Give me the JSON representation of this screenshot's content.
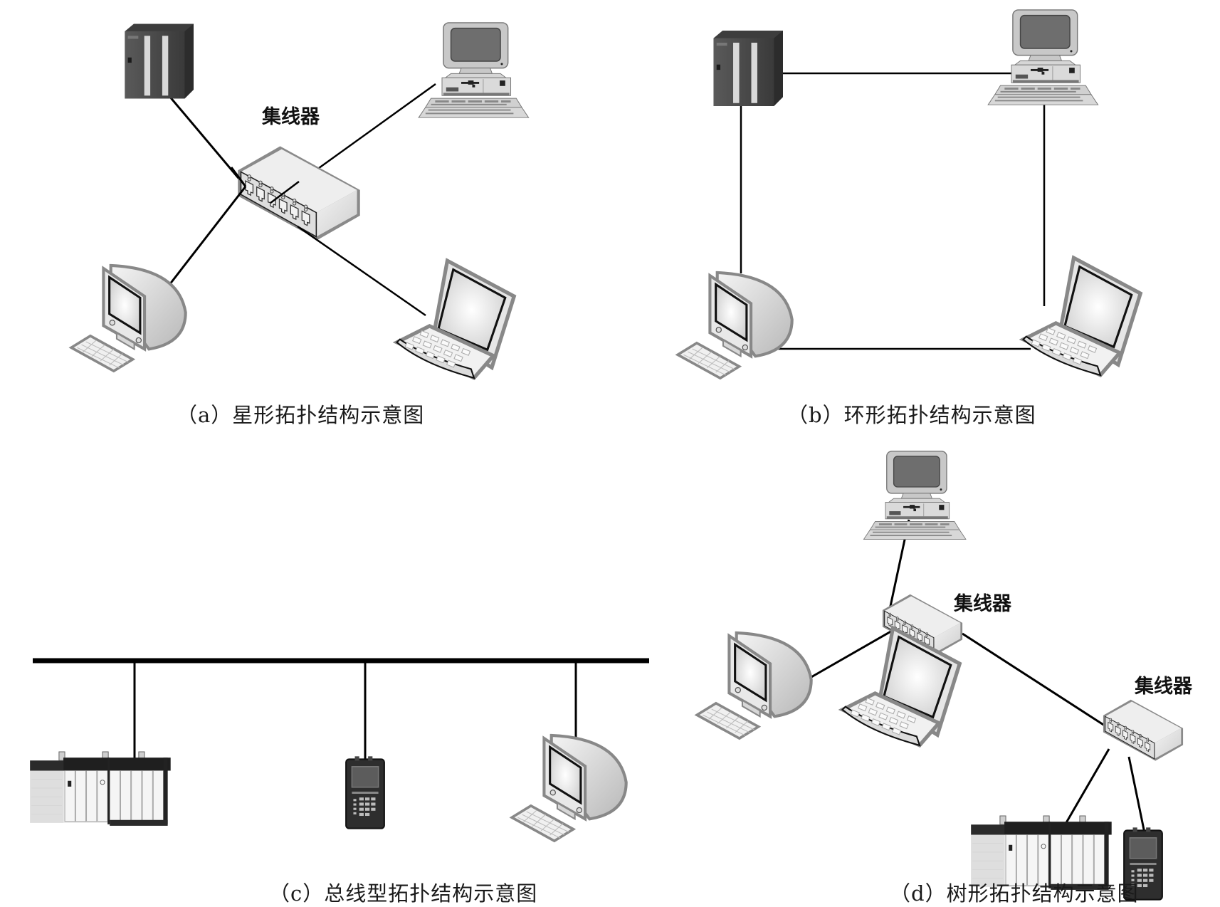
{
  "figure": {
    "panels": [
      {
        "id": "a",
        "caption": "（a）星形拓扑结构示意图",
        "topology": "star",
        "labels": [
          "集线器"
        ],
        "devices": [
          "plc",
          "desktop-pc",
          "hub",
          "crt-monitor-pc",
          "laptop"
        ],
        "links": [
          [
            "plc",
            "hub"
          ],
          [
            "desktop-pc",
            "hub"
          ],
          [
            "crt-monitor-pc",
            "hub"
          ],
          [
            "laptop",
            "hub"
          ]
        ]
      },
      {
        "id": "b",
        "caption": "（b）环形拓扑结构示意图",
        "topology": "ring",
        "labels": [],
        "devices": [
          "plc",
          "desktop-pc",
          "crt-monitor-pc",
          "laptop"
        ],
        "links": [
          [
            "plc",
            "desktop-pc"
          ],
          [
            "desktop-pc",
            "laptop"
          ],
          [
            "laptop",
            "crt-monitor-pc"
          ],
          [
            "crt-monitor-pc",
            "plc"
          ]
        ]
      },
      {
        "id": "c",
        "caption": "（c）总线型拓扑结构示意图",
        "topology": "bus",
        "labels": [],
        "devices": [
          "rack-plc",
          "handheld-terminal",
          "crt-monitor-pc"
        ],
        "links": [
          [
            "bus",
            "rack-plc"
          ],
          [
            "bus",
            "handheld-terminal"
          ],
          [
            "bus",
            "crt-monitor-pc"
          ]
        ]
      },
      {
        "id": "d",
        "caption": "（d）树形拓扑结构示意图",
        "topology": "tree",
        "labels": [
          "集线器",
          "集线器"
        ],
        "devices": [
          "desktop-pc",
          "hub-1",
          "crt-monitor-pc",
          "laptop",
          "hub-2",
          "rack-plc",
          "handheld-terminal"
        ],
        "links": [
          [
            "desktop-pc",
            "hub-1"
          ],
          [
            "hub-1",
            "crt-monitor-pc"
          ],
          [
            "hub-1",
            "laptop"
          ],
          [
            "hub-1",
            "hub-2"
          ],
          [
            "hub-2",
            "rack-plc"
          ],
          [
            "hub-2",
            "handheld-terminal"
          ]
        ]
      }
    ]
  }
}
